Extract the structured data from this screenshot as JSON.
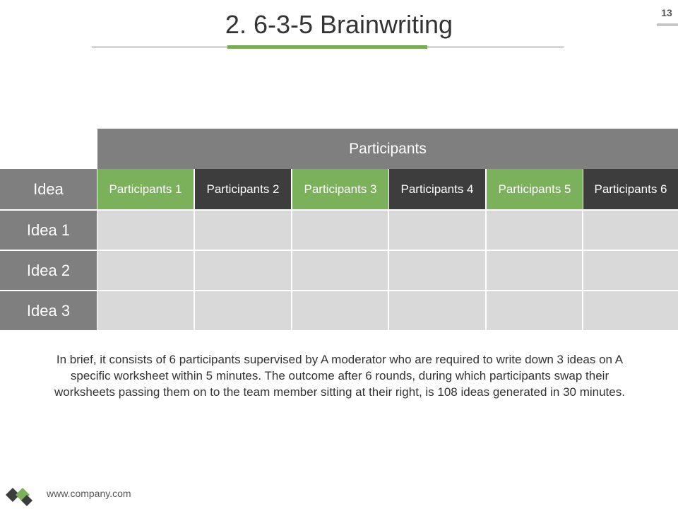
{
  "slide": {
    "title": "2. 6-3-5 Brainwriting",
    "page_number": "13"
  },
  "table": {
    "group_header": "Participants",
    "row_header": "Idea",
    "columns": [
      {
        "label": "Participants 1",
        "color": "#7cb15b"
      },
      {
        "label": "Participants 2",
        "color": "#3d3d3d"
      },
      {
        "label": "Participants 3",
        "color": "#7cb15b"
      },
      {
        "label": "Participants 4",
        "color": "#3d3d3d"
      },
      {
        "label": "Participants 5",
        "color": "#7cb15b"
      },
      {
        "label": "Participants 6",
        "color": "#3d3d3d"
      }
    ],
    "rows": [
      {
        "label": "Idea 1",
        "cells": [
          "",
          "",
          "",
          "",
          "",
          ""
        ]
      },
      {
        "label": "Idea 2",
        "cells": [
          "",
          "",
          "",
          "",
          "",
          ""
        ]
      },
      {
        "label": "Idea 3",
        "cells": [
          "",
          "",
          "",
          "",
          "",
          ""
        ]
      }
    ]
  },
  "description": "In brief, it consists of 6 participants supervised by A moderator who are required to write down 3 ideas on A specific worksheet within 5 minutes. The outcome after 6 rounds, during which participants swap their worksheets passing them on to the team member sitting at their right, is 108 ideas generated in 30 minutes.",
  "footer": {
    "url": "www.company.com",
    "logo_icon": "company-logo-icon"
  },
  "colors": {
    "accent_green": "#7cb15b",
    "dark_gray": "#3d3d3d",
    "mid_gray": "#7f7f7f",
    "light_gray": "#d9d9d9"
  }
}
